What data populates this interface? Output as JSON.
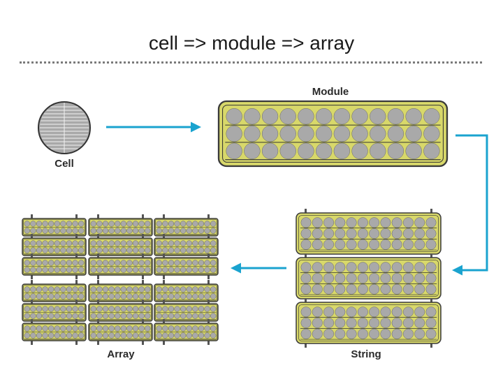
{
  "slide": {
    "title": "cell => module => array"
  },
  "diagram": {
    "labels": {
      "cell": "Cell",
      "module": "Module",
      "string": "String",
      "array": "Array"
    },
    "colors": {
      "panel_fill": "#d8d86a",
      "panel_stroke": "#3a3a3a",
      "cell_fill": "#a9a9a9",
      "arrow": "#1aa3cf"
    }
  }
}
